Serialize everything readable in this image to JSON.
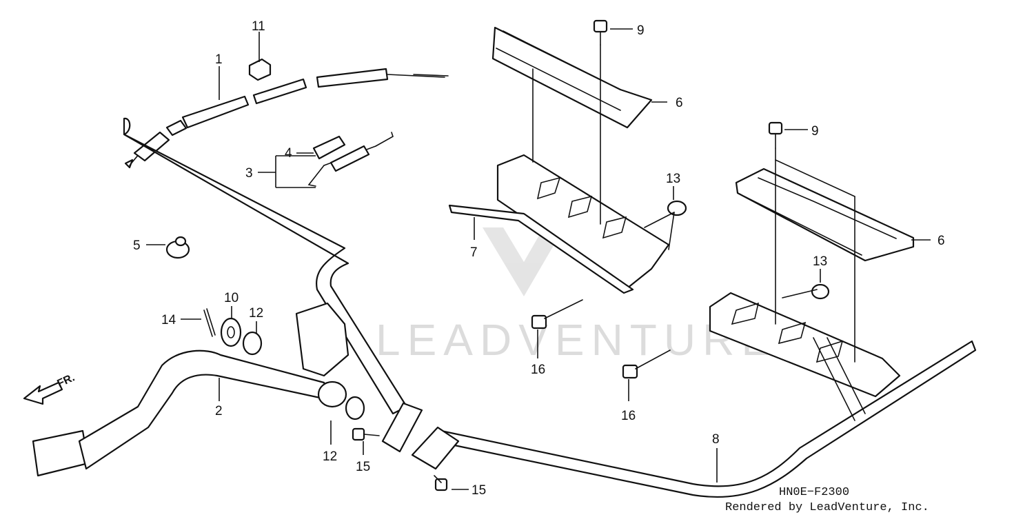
{
  "diagram": {
    "callouts": {
      "c1": "1",
      "c2": "2",
      "c3": "3",
      "c4": "4",
      "c5": "5",
      "c6a": "6",
      "c6b": "6",
      "c7": "7",
      "c8": "8",
      "c9a": "9",
      "c9b": "9",
      "c10": "10",
      "c11": "11",
      "c12a": "12",
      "c12b": "12",
      "c13a": "13",
      "c13b": "13",
      "c14": "14",
      "c15a": "15",
      "c15b": "15",
      "c16a": "16",
      "c16b": "16"
    },
    "direction_label": "FR.",
    "drawing_code": "HN0E−F2300",
    "credit": "Rendered by LeadVenture, Inc.",
    "watermark": "LEADVENTURE"
  },
  "colors": {
    "line": "#111111",
    "watermark": "#d9d9d9",
    "background": "#ffffff"
  }
}
